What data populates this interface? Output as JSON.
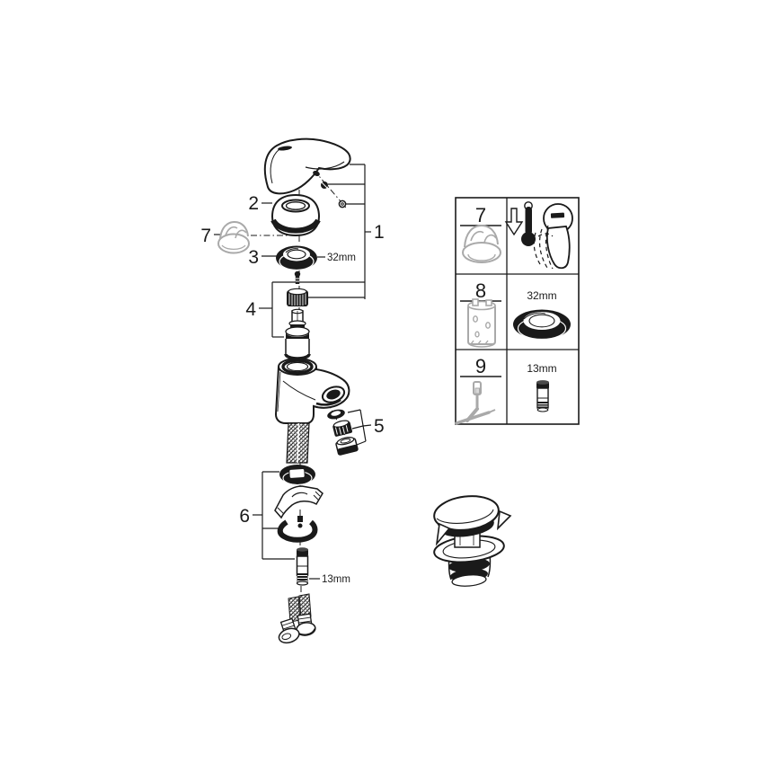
{
  "colors": {
    "background": "#ffffff",
    "ink": "#1a1a1a",
    "muted_gray": "#a9a9a9"
  },
  "main_diagram": {
    "callouts": {
      "1": "1",
      "2": "2",
      "3": "3",
      "4": "4",
      "5": "5",
      "6": "6",
      "7": "7"
    },
    "dimension_labels": {
      "ring_nut": "32mm",
      "mounting_stud": "13mm"
    },
    "parts": [
      "lever-handle",
      "handle-fixing-screw",
      "screw-plug",
      "dome-cap",
      "temperature-limiter",
      "ring-nut",
      "cartridge-screw",
      "cartridge-nut",
      "cartridge",
      "faucet-body",
      "aerator-washer",
      "aerator-insert",
      "aerator-housing",
      "supply-hose",
      "base-gasket",
      "mounting-clamp",
      "horseshoe-clip",
      "threaded-stud",
      "supply-hoses",
      "pop-up-drain-valve"
    ]
  },
  "legend_table": {
    "rows": [
      {
        "number": "7",
        "left_icon": "temperature-limiter-part",
        "right_icon": "thermometer-down-arrow-hand-lever",
        "dimension": ""
      },
      {
        "number": "8",
        "left_icon": "cartridge-socket-tool",
        "right_icon": "ring-nut-part",
        "dimension": "32mm"
      },
      {
        "number": "9",
        "left_icon": "pin-wrench-tool",
        "right_icon": "threaded-stud-part",
        "dimension": "13mm"
      }
    ]
  }
}
